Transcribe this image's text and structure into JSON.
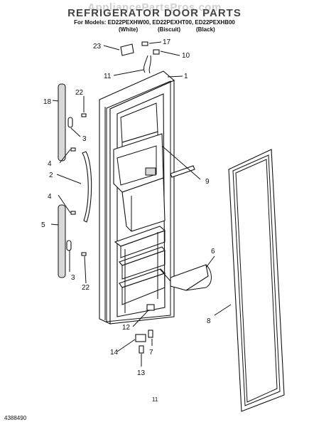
{
  "header": {
    "watermark": "AppliancePartsPros.com",
    "title": "REFRIGERATOR DOOR PARTS",
    "models": "For Models: ED22PEXHW00, ED22PEXHT00, ED22PEXHB00",
    "variants": [
      "(White)",
      "(Biscuit)",
      "(Black)"
    ]
  },
  "callouts": [
    "23",
    "17",
    "10",
    "11",
    "1",
    "22",
    "18",
    "3",
    "4",
    "2",
    "9",
    "4",
    "5",
    "3",
    "22",
    "6",
    "12",
    "8",
    "14",
    "7",
    "13"
  ],
  "footer": {
    "code": "4388490",
    "page": "11"
  }
}
